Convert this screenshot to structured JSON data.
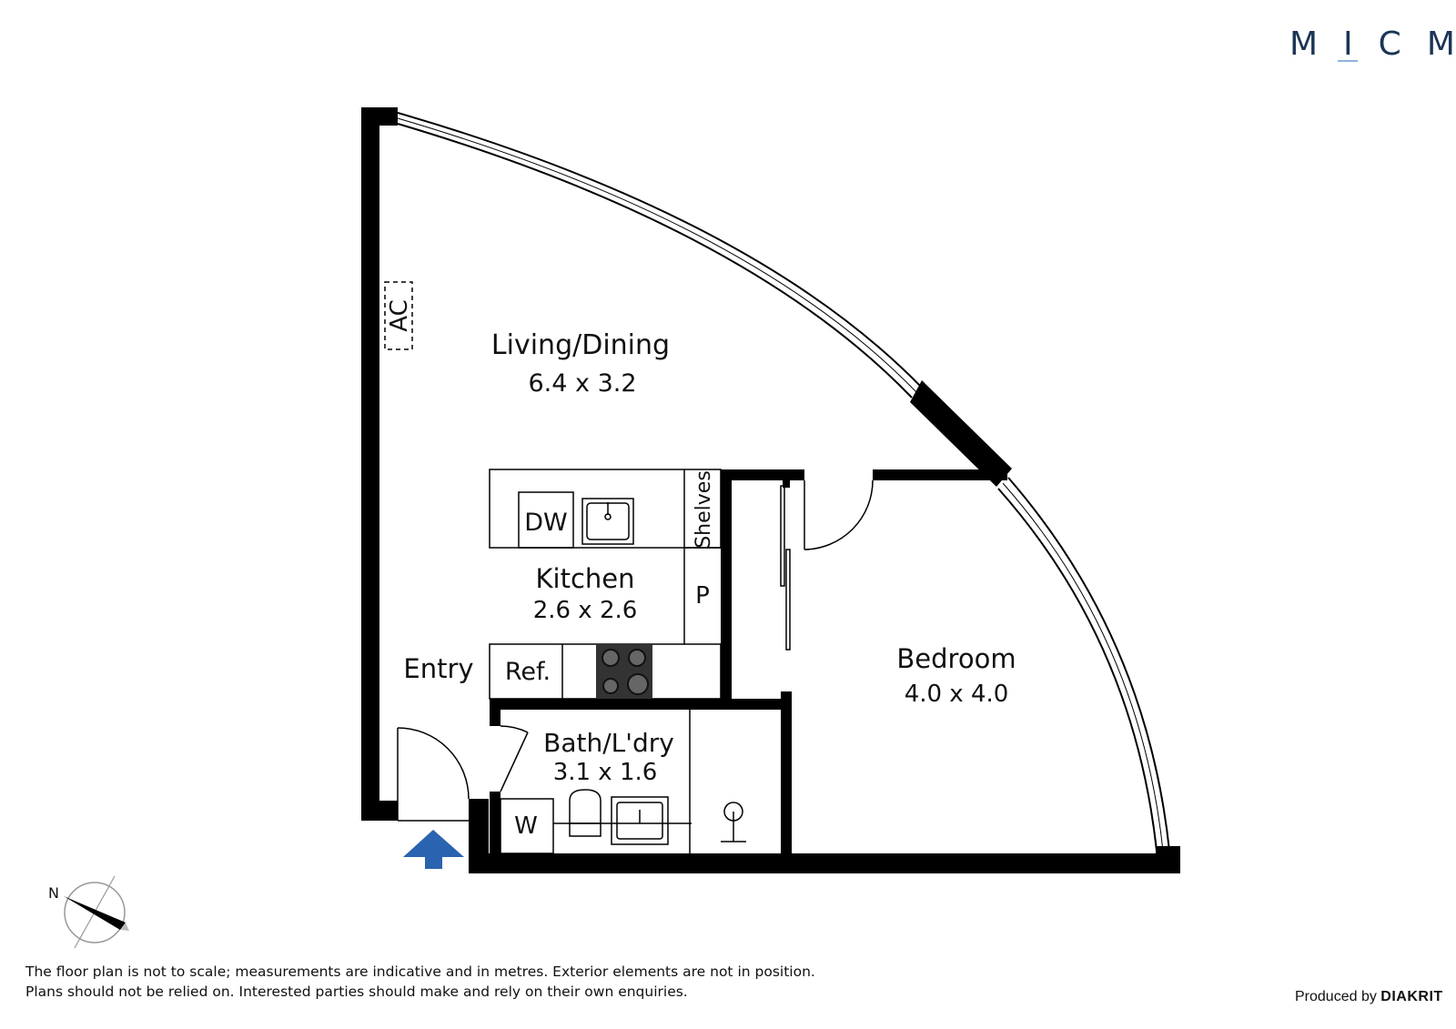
{
  "brand": {
    "logo_text": "MICM"
  },
  "rooms": {
    "living": {
      "name": "Living/Dining",
      "size": "6.4 x 3.2"
    },
    "kitchen": {
      "name": "Kitchen",
      "size": "2.6 x 2.6"
    },
    "bedroom": {
      "name": "Bedroom",
      "size": "4.0 x 4.0"
    },
    "bath": {
      "name": "Bath/L'dry",
      "size": "3.1 x 1.6"
    },
    "entry": {
      "name": "Entry"
    }
  },
  "fixtures": {
    "ac": "AC",
    "dishwasher": "DW",
    "shelves": "Shelves",
    "pantry": "P",
    "fridge": "Ref.",
    "washer": "W"
  },
  "compass": {
    "north_label": "N"
  },
  "disclaimer": {
    "line1": "The floor plan is not to scale; measurements are indicative and in metres. Exterior elements are not in position.",
    "line2": "Plans should not be relied on. Interested parties should make and rely on their own enquiries."
  },
  "credit": {
    "prefix": "Produced by",
    "company": "DIAKRIT"
  },
  "colors": {
    "brand_navy": "#1c3557",
    "brand_accent": "#8fb4d9",
    "entry_arrow": "#2a63b0",
    "wall": "#000000"
  }
}
